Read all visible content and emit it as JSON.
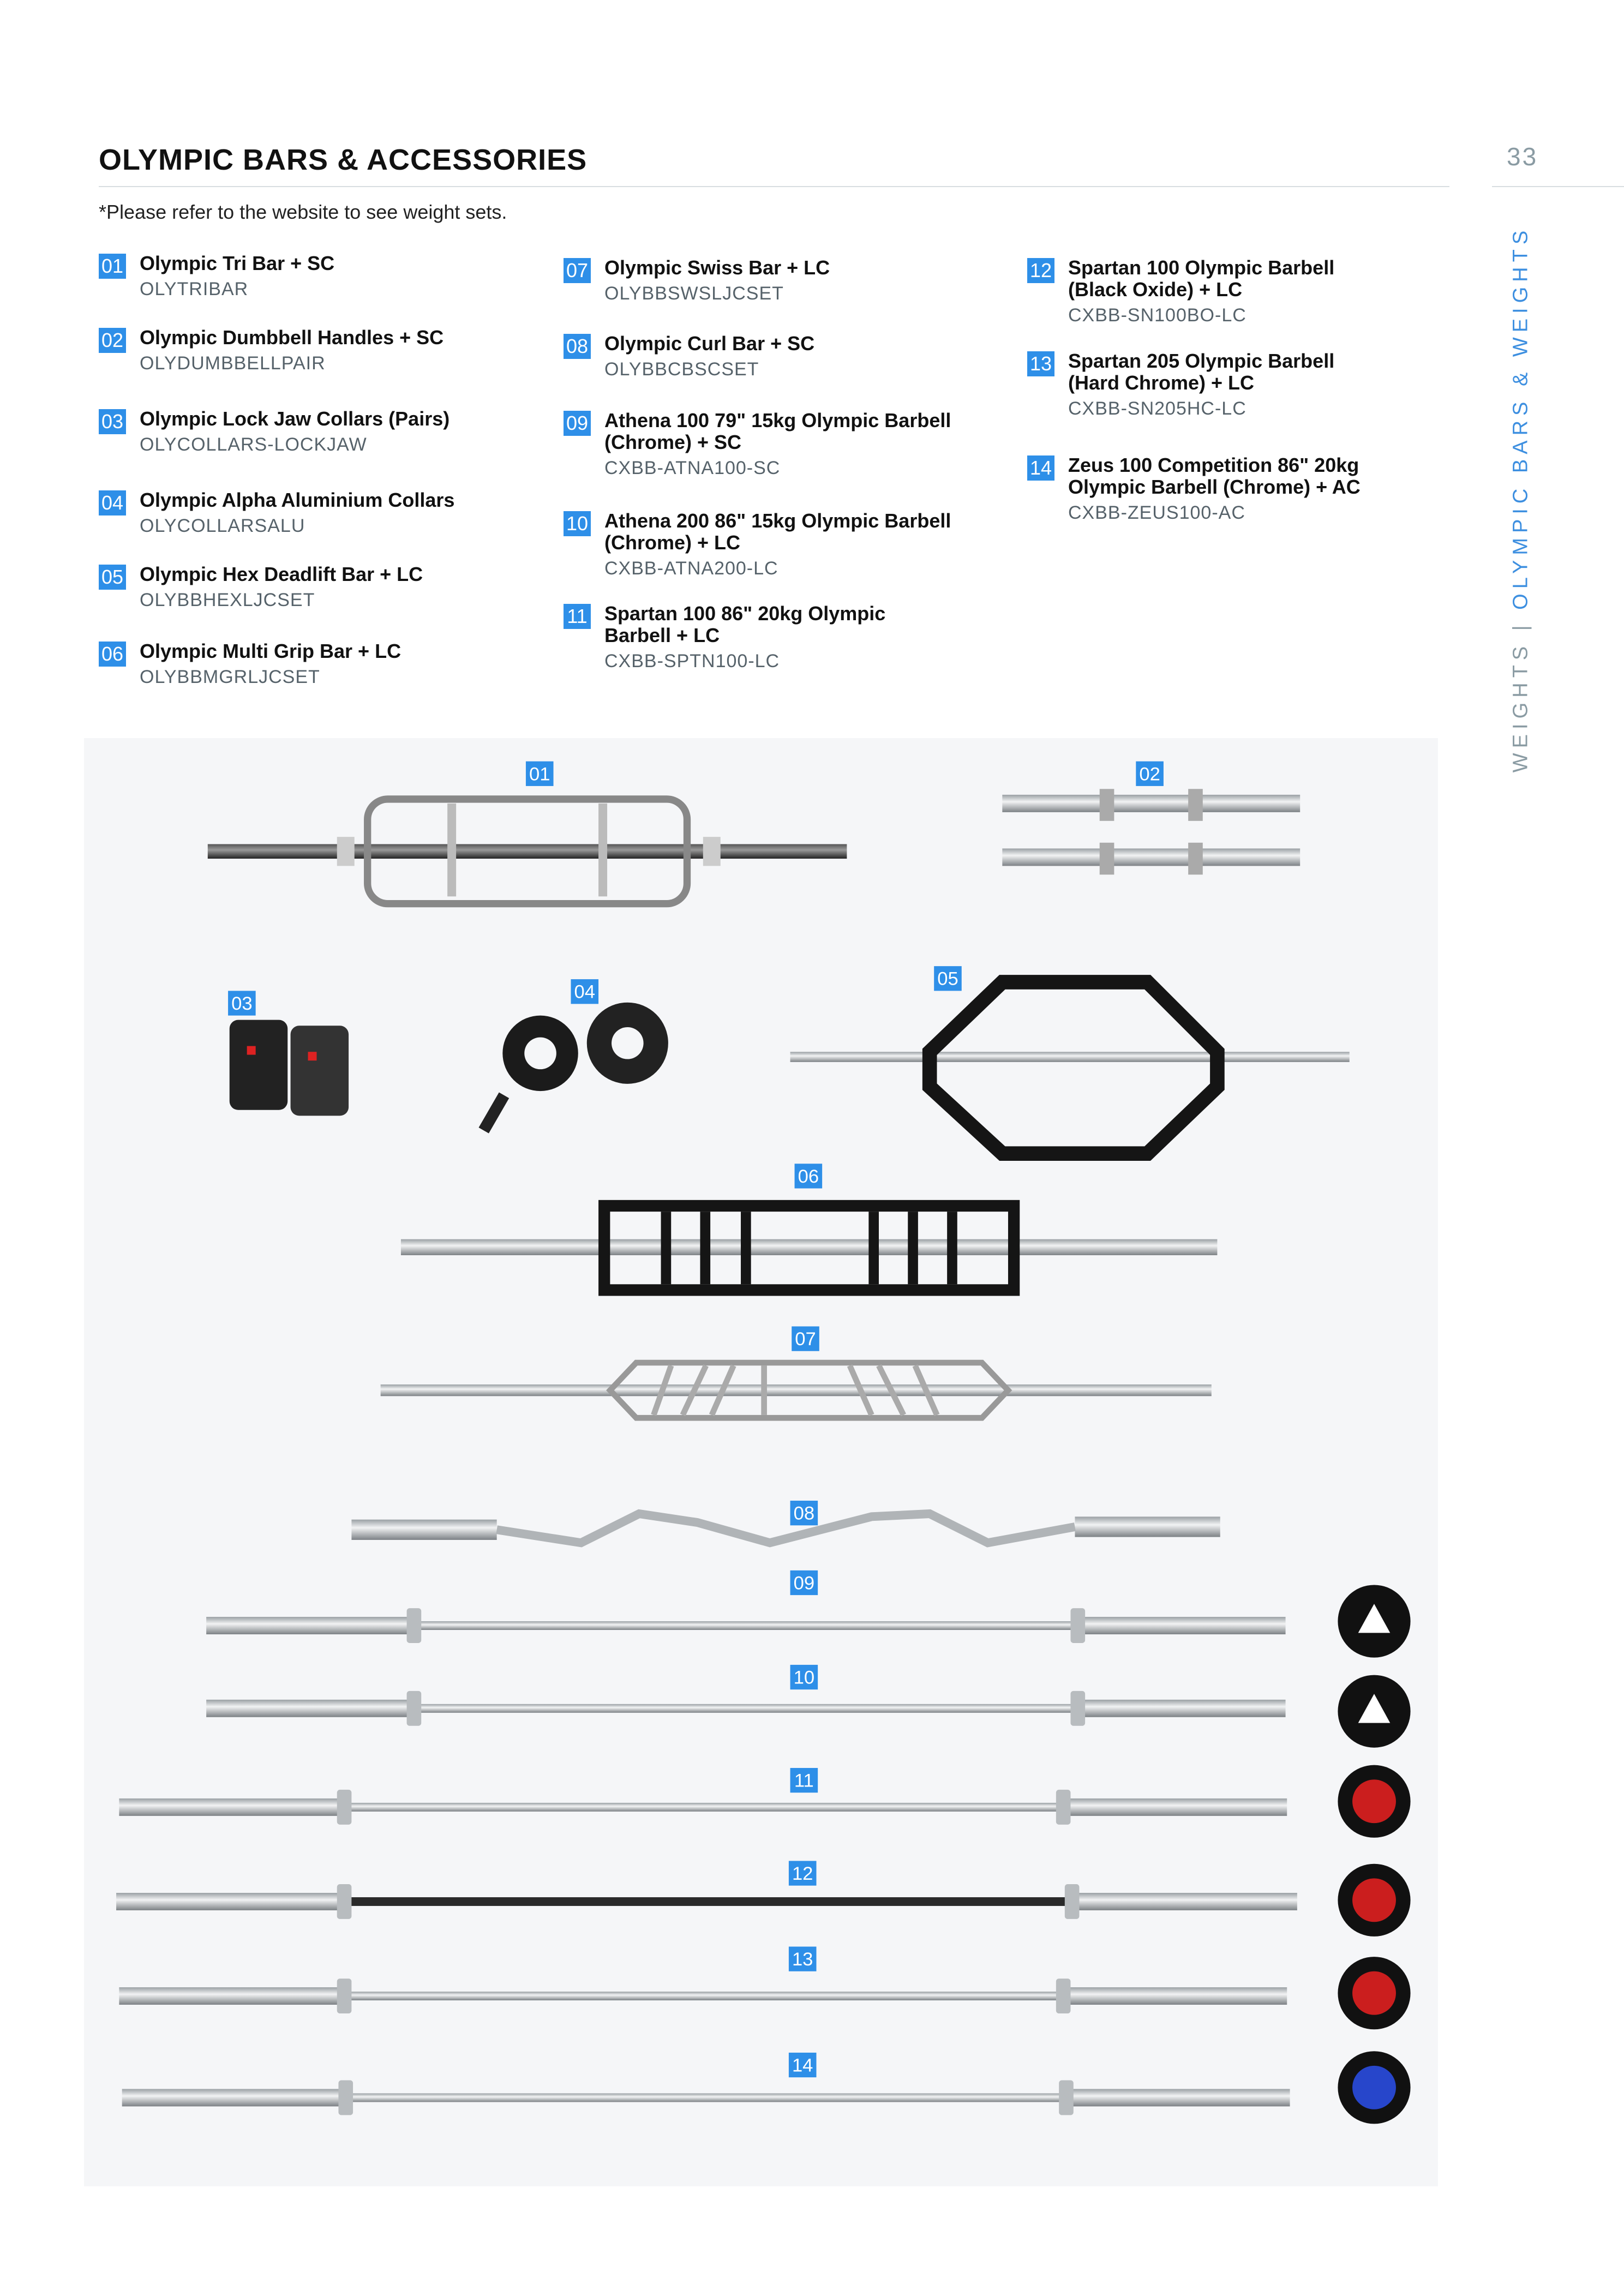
{
  "header": {
    "title": "OLYMPIC BARS & ACCESSORIES",
    "page_number": "33",
    "side_section": "WEIGHTS",
    "side_separator": "|",
    "side_topic": "OLYMPIC BARS & WEIGHTS"
  },
  "note": "*Please refer to the website to see weight sets.",
  "items": [
    {
      "num": "01",
      "name": "Olympic Tri Bar + SC",
      "code": "OLYTRIBAR"
    },
    {
      "num": "02",
      "name": "Olympic Dumbbell Handles + SC",
      "code": "OLYDUMBBELLPAIR"
    },
    {
      "num": "03",
      "name": "Olympic Lock Jaw Collars (Pairs)",
      "code": "OLYCOLLARS-LOCKJAW"
    },
    {
      "num": "04",
      "name": "Olympic Alpha Aluminium Collars",
      "code": "OLYCOLLARSALU"
    },
    {
      "num": "05",
      "name": "Olympic Hex Deadlift Bar + LC",
      "code": "OLYBBHEXLJCSET"
    },
    {
      "num": "06",
      "name": "Olympic Multi Grip Bar + LC",
      "code": "OLYBBMGRLJCSET"
    },
    {
      "num": "07",
      "name": "Olympic Swiss Bar + LC",
      "code": "OLYBBSWSLJCSET"
    },
    {
      "num": "08",
      "name": "Olympic Curl Bar + SC",
      "code": "OLYBBCBSCSET"
    },
    {
      "num": "09",
      "name": "Athena 100 79\" 15kg Olympic Barbell (Chrome) + SC",
      "code": "CXBB-ATNA100-SC"
    },
    {
      "num": "10",
      "name": "Athena 200 86\" 15kg Olympic Barbell (Chrome) + LC",
      "code": "CXBB-ATNA200-LC"
    },
    {
      "num": "11",
      "name": "Spartan 100 86\" 20kg Olympic Barbell + LC",
      "code": "CXBB-SPTN100-LC"
    },
    {
      "num": "12",
      "name": "Spartan 100 Olympic Barbell (Black Oxide) + LC",
      "code": "CXBB-SN100BO-LC"
    },
    {
      "num": "13",
      "name": "Spartan 205 Olympic Barbell (Hard Chrome) + LC",
      "code": "CXBB-SN205HC-LC"
    },
    {
      "num": "14",
      "name": "Zeus 100 Competition 86\" 20kg Olympic Barbell (Chrome) + AC",
      "code": "CXBB-ZEUS100-AC"
    }
  ],
  "colors": {
    "accent": "#2e8fe8",
    "panel": "#f5f6f8",
    "athena_logo": "#ffffff",
    "spartan_logo": "#e02020",
    "zeus_logo": "#2a4de0"
  }
}
